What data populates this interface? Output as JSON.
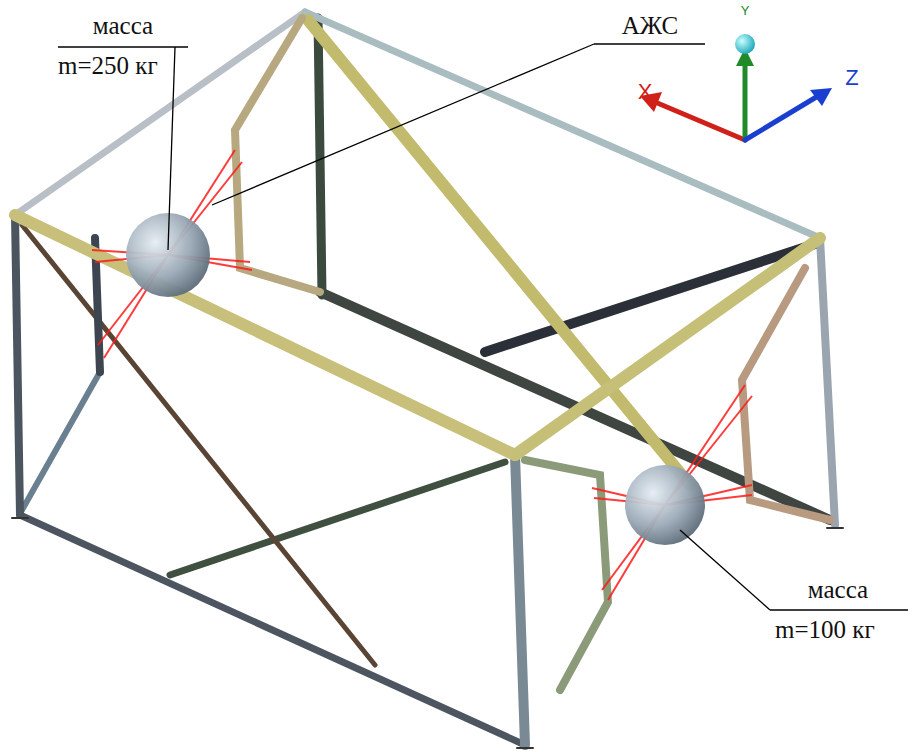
{
  "diagram": {
    "labels": [
      "масса",
      "m=250 кг",
      "АЖС",
      "X",
      "Y",
      "Z",
      "масса",
      "m=100 кг"
    ]
  }
}
